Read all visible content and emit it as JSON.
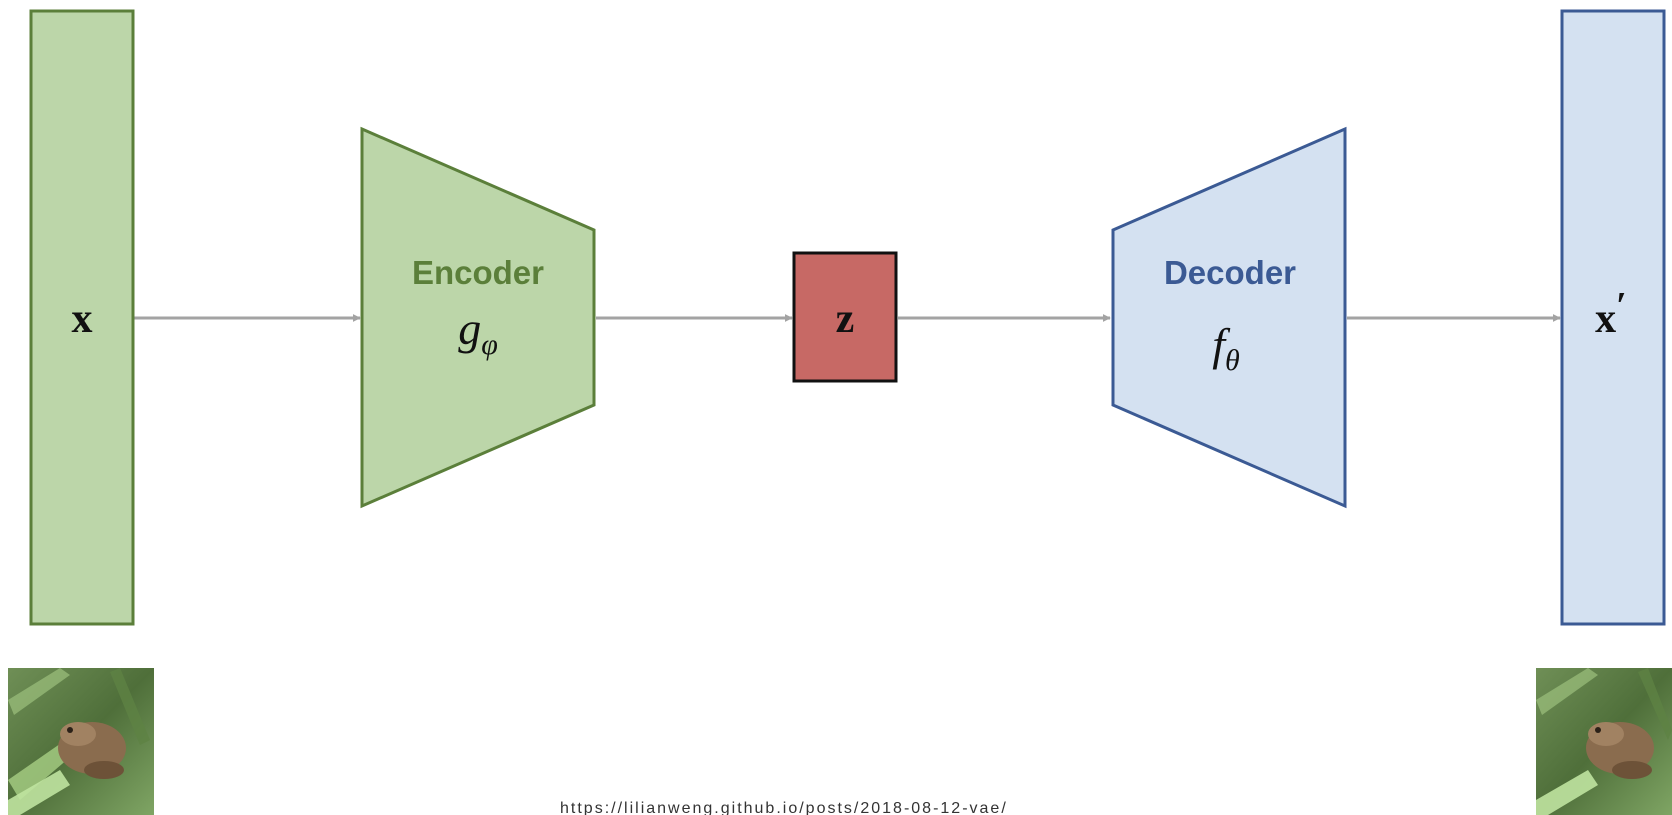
{
  "colors": {
    "encoder_fill": "#bcd6a9",
    "encoder_stroke": "#5b7f3a",
    "encoder_text": "#5b7f3a",
    "decoder_fill": "#d4e1f1",
    "decoder_stroke": "#3b5a94",
    "decoder_text": "#3b5a94",
    "latent_fill": "#c76965",
    "latent_stroke": "#111111",
    "arrow": "#a3a3a3"
  },
  "input": {
    "symbol": "x"
  },
  "encoder": {
    "title": "Encoder",
    "func": "g",
    "subscript": "φ"
  },
  "latent": {
    "symbol": "z"
  },
  "decoder": {
    "title": "Decoder",
    "func": "f",
    "subscript": "θ"
  },
  "output": {
    "symbol": "x",
    "prime": "′"
  },
  "images": {
    "input_icon": "frog-photo-thumbnail",
    "output_icon": "reconstructed-frog-photo-thumbnail"
  },
  "source_text": "https://lilianweng.github.io/posts/2018-08-12-vae/"
}
